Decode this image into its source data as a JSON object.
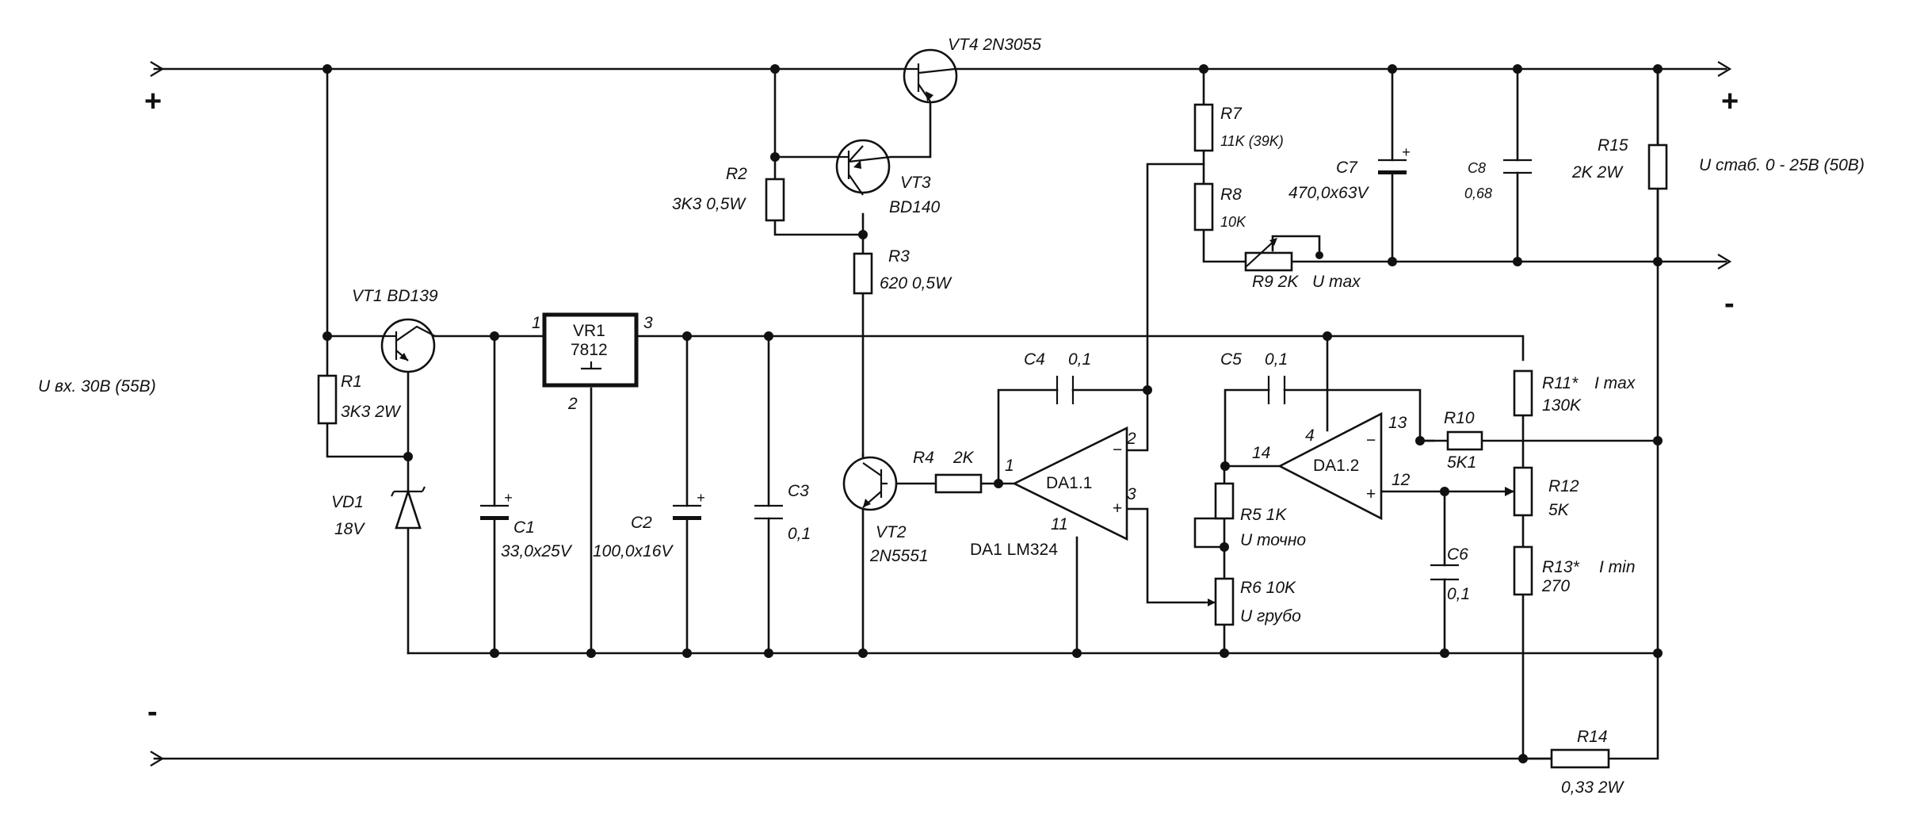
{
  "terminals": {
    "in_plus": "+",
    "in_minus": "-",
    "out_plus": "+",
    "out_minus": "-",
    "u_in": "U вх.  30В (55В)",
    "u_out": "U стаб. 0 - 25В (50В)"
  },
  "components": {
    "vt4": "VT4  2N3055",
    "vt3_name": "VT3",
    "vt3_type": "BD140",
    "vt1": "VT1  BD139",
    "vt2_name": "VT2",
    "vt2_type": "2N5551",
    "r1_name": "R1",
    "r1_value": "3K3 2W",
    "r2_name": "R2",
    "r2_value": "3K3 0,5W",
    "r3_name": "R3",
    "r3_value": "620 0,5W",
    "r4_name": "R4",
    "r4_value": "2K",
    "r5_name": "R5  1K",
    "r5_func": "U точно",
    "r6_name": "R6  10K",
    "r6_func": "U грубо",
    "r7_name": "R7",
    "r7_value": "11K (39K)",
    "r8_name": "R8",
    "r8_value": "10K",
    "r9_name": "R9 2K",
    "r9_func": "U max",
    "r10_name": "R10",
    "r10_value": "5K1",
    "r11_name": "R11*",
    "r11_func": "I max",
    "r11_value": "130K",
    "r12_name": "R12",
    "r12_value": "5K",
    "r13_name": "R13*",
    "r13_func": "I min",
    "r13_value": "270",
    "r14_name": "R14",
    "r14_value": "0,33 2W",
    "r15_name": "R15",
    "r15_value": "2K 2W",
    "c1_name": "C1",
    "c1_value": "33,0x25V",
    "c2_name": "C2",
    "c2_value": "100,0x16V",
    "c3_name": "C3",
    "c3_value": "0,1",
    "c4_name": "C4",
    "c4_value": "0,1",
    "c5_name": "C5",
    "c5_value": "0,1",
    "c6_name": "C6",
    "c6_value": "0,1",
    "c7_name": "C7",
    "c7_value": "470,0x63V",
    "c8_name": "C8",
    "c8_value": "0,68",
    "vd1_name": "VD1",
    "vd1_value": "18V",
    "vr1_name": "VR1",
    "vr1_type": "7812",
    "da11_name": "DA1.1",
    "da12_name": "DA1.2",
    "da1_type": "DA1 LM324"
  },
  "pins": {
    "vr1_in": "1",
    "vr1_gnd": "2",
    "vr1_out": "3",
    "da11_inv": "2",
    "da11_noninv": "3",
    "da11_out": "1",
    "da11_gnd": "11",
    "da12_vcc": "4",
    "da12_inv": "13",
    "da12_noninv": "12",
    "da12_out": "14",
    "minus_sign": "−",
    "plus_sign": "+",
    "cap_plus": "+"
  }
}
